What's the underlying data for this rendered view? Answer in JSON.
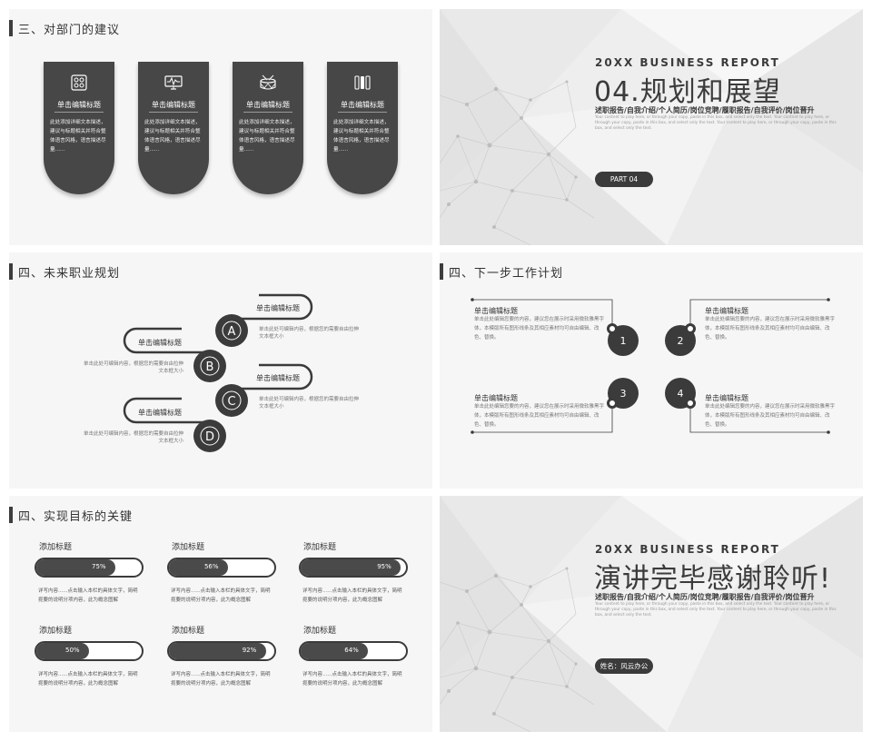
{
  "colors": {
    "dark": "#3b3b3b",
    "card": "#474747",
    "panel": "#f6f6f6"
  },
  "s1": {
    "title": "三、对部门的建议",
    "cards": [
      {
        "icon": "grid-squares-icon",
        "title": "单击编辑标题",
        "desc": "此处添加详细文本描述，建议与标题相关并符合整体语言风格，语言描述尽量......"
      },
      {
        "icon": "monitor-wave-icon",
        "title": "单击编辑标题",
        "desc": "此处添加详细文本描述，建议与标题相关并符合整体语言风格，语言描述尽量......"
      },
      {
        "icon": "drum-icon",
        "title": "单击编辑标题",
        "desc": "此处添加详细文本描述，建议与标题相关并符合整体语言风格，语言描述尽量......"
      },
      {
        "icon": "columns-icon",
        "title": "单击编辑标题",
        "desc": "此处添加详细文本描述，建议与标题相关并符合整体语言风格，语言描述尽量......"
      }
    ]
  },
  "s2": {
    "eyebrow": "20XX BUSINESS REPORT",
    "title": "04.规划和展望",
    "subtitle": "述职报告/自我介绍/个人简历/岗位竞聘/履职报告/自我评价/岗位晋升",
    "tiny": "Your content to play here, or through your copy, paste in this box, and select only the text. Your content to play here, or through your copy, paste in this box, and select only the text. Your content to play here, or through your copy, paste in this box, and select only the text.",
    "pill": "PART 04"
  },
  "s3": {
    "title": "四、未来职业规划",
    "items": [
      {
        "letter": "A",
        "head": "单击编辑标题",
        "text1": "单击此处可编辑内容，根据您的需要自由拉伸",
        "text2": "文本框大小"
      },
      {
        "letter": "B",
        "head": "单击编辑标题",
        "text1": "单击此处可编辑内容，根据您的需要自由拉伸",
        "text2": "文本框大小"
      },
      {
        "letter": "C",
        "head": "单击编辑标题",
        "text1": "单击此处可编辑内容，根据您的需要自由拉伸",
        "text2": "文本框大小"
      },
      {
        "letter": "D",
        "head": "单击编辑标题",
        "text1": "单击此处可编辑内容，根据您的需要自由拉伸",
        "text2": "文本框大小"
      }
    ]
  },
  "s4": {
    "title": "四、下一步工作计划",
    "items": [
      {
        "num": "1",
        "head": "单击编辑标题",
        "text": "单击此处编辑您要的内容，建议您在展示时采用微软雅黑字体，本模版所有图形线条及其相应素材均可自由编辑、改色、替换。"
      },
      {
        "num": "2",
        "head": "单击编辑标题",
        "text": "单击此处编辑您要的内容，建议您在展示时采用微软雅黑字体，本模版所有图形线条及其相应素材均可自由编辑、改色、替换。"
      },
      {
        "num": "3",
        "head": "单击编辑标题",
        "text": "单击此处编辑您要的内容，建议您在展示时采用微软雅黑字体，本模版所有图形线条及其相应素材均可自由编辑、改色、替换。"
      },
      {
        "num": "4",
        "head": "单击编辑标题",
        "text": "单击此处编辑您要的内容，建议您在展示时采用微软雅黑字体，本模版所有图形线条及其相应素材均可自由编辑、改色、替换。"
      }
    ]
  },
  "s5": {
    "title": "四、实现目标的关键",
    "kpis": [
      {
        "label": "添加标题",
        "value": "75%",
        "pct": 75,
        "desc": "详写内容......点击输入本栏的具体文字，简明扼要的说明分项内容，此为概念图解"
      },
      {
        "label": "添加标题",
        "value": "56%",
        "pct": 56,
        "desc": "详写内容......点击输入本栏的具体文字，简明扼要的说明分项内容，此为概念图解"
      },
      {
        "label": "添加标题",
        "value": "95%",
        "pct": 95,
        "desc": "详写内容......点击输入本栏的具体文字，简明扼要的说明分项内容，此为概念图解"
      },
      {
        "label": "添加标题",
        "value": "50%",
        "pct": 50,
        "desc": "详写内容......点击输入本栏的具体文字，简明扼要的说明分项内容，此为概念图解"
      },
      {
        "label": "添加标题",
        "value": "92%",
        "pct": 92,
        "desc": "详写内容......点击输入本栏的具体文字，简明扼要的说明分项内容，此为概念图解"
      },
      {
        "label": "添加标题",
        "value": "64%",
        "pct": 64,
        "desc": "详写内容......点击输入本栏的具体文字，简明扼要的说明分项内容，此为概念图解"
      }
    ]
  },
  "s6": {
    "eyebrow": "20XX BUSINESS REPORT",
    "title": "演讲完毕感谢聆听!",
    "subtitle": "述职报告/自我介绍/个人简历/岗位竞聘/履职报告/自我评价/岗位晋升",
    "tiny": "Your content to play here, or through your copy, paste in this box, and select only the text. Your content to play here, or through your copy, paste in this box, and select only the text. Your content to play here, or through your copy, paste in this box, and select only the text.",
    "pill": "姓名：风云办公"
  }
}
